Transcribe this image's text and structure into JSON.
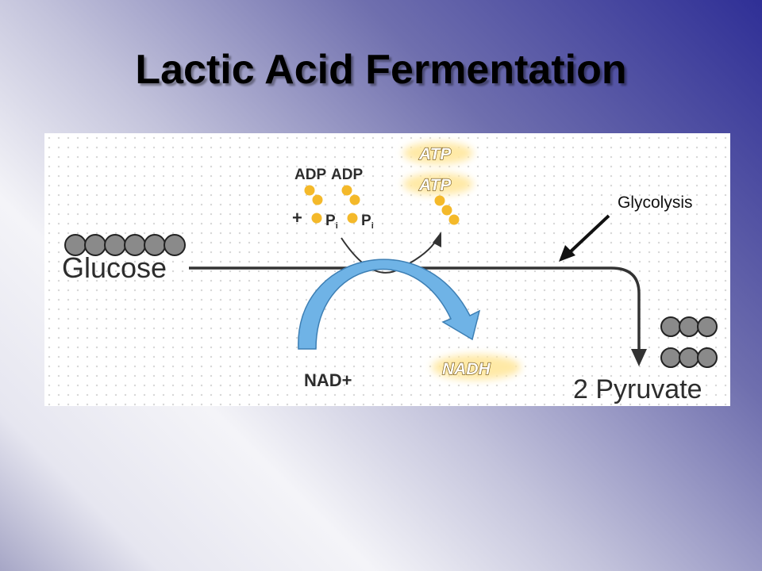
{
  "slide": {
    "title": "Lactic Acid Fermentation"
  },
  "diagram": {
    "glycolysis_label": "Glycolysis",
    "glucose_label": "Glucose",
    "pyruvate_label": "2 Pyruvate",
    "adp_label_1": "ADP",
    "adp_label_2": "ADP",
    "plus_sign": "+",
    "pi_label_1": "P",
    "pi_label_2": "P",
    "pi_subscript": "i",
    "atp_label_1": "ATP",
    "atp_label_2": "ATP",
    "nad_label": "NAD+",
    "nadh_label": "NADH",
    "glucose_carbon_count": 6,
    "pyruvate_carbon_rows": 2,
    "pyruvate_carbons_per_row": 3
  },
  "colors": {
    "carbon": "#8a8a8a",
    "phosphate": "#f4b92a",
    "atp_glow": "#ffe9a6",
    "nad_arrow": "#6fb3e6",
    "pathway": "#333333"
  }
}
